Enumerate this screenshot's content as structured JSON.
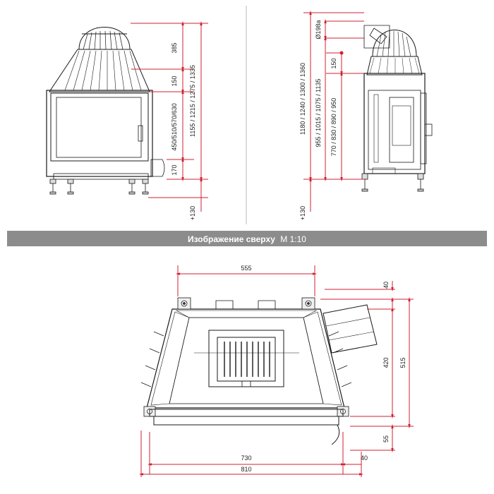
{
  "banner": {
    "title": "Изображение сверху",
    "scale": "M 1:10"
  },
  "front_view": {
    "dim_385": "385",
    "dim_150": "150",
    "dim_mid": "450/510/570/630",
    "dim_170": "170",
    "dim_total": "1155 / 1215 / 1275 / 1335",
    "dim_plus130": "+130"
  },
  "side_view": {
    "dim_flue": "Ø198a",
    "dim_total": "1180 / 1240 / 1300 / 1360",
    "dim_a": "955 / 1015 / 1075 / 1135",
    "dim_150": "150",
    "dim_b": "770 / 830 / 890 / 950",
    "dim_plus130": "+130"
  },
  "top_view": {
    "dim_555": "555",
    "dim_40_top": "40",
    "dim_420": "420",
    "dim_515": "515",
    "dim_55": "55",
    "dim_730": "730",
    "dim_40_bottom": "40",
    "dim_810": "810"
  },
  "colors": {
    "dimension": "#d12030",
    "banner": "#8c8c8c",
    "line": "#1a1a1a"
  }
}
